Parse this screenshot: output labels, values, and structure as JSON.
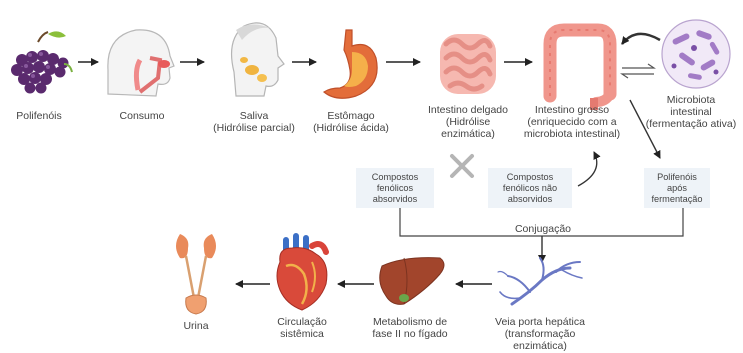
{
  "stages": {
    "polyphenols": "Polifenóis",
    "consumption": "Consumo",
    "saliva": "Saliva",
    "saliva_note": "(Hidrólise parcial)",
    "stomach": "Estômago",
    "stomach_note": "(Hidrólise ácida)",
    "small_intestine": "Intestino delgado",
    "small_intestine_note_1": "(Hidrólise",
    "small_intestine_note_2": "enzimática)",
    "large_intestine": "Intestino grosso",
    "large_intestine_note_1": "(enriquecido com a",
    "large_intestine_note_2": "microbiota intestinal)",
    "microbiota_1": "Microbiota",
    "microbiota_2": "intestinal",
    "microbiota_3": "(fermentação ativa)"
  },
  "boxes": {
    "absorbed": [
      "Compostos",
      "fenólicos",
      "absorvidos"
    ],
    "not_absorbed": [
      "Compostos",
      "fenólicos não",
      "absorvidos"
    ],
    "after_fermentation": [
      "Polifenóis",
      "após",
      "fermentação"
    ]
  },
  "conjugation": "Conjugação",
  "bottom": {
    "portal_vein_1": "Veia porta hepática",
    "portal_vein_2": "(transformação",
    "portal_vein_3": "enzimática)",
    "liver_1": "Metabolismo de",
    "liver_2": "fase II no fígado",
    "circulation_1": "Circulação",
    "circulation_2": "sistêmica",
    "urine": "Urina"
  }
}
